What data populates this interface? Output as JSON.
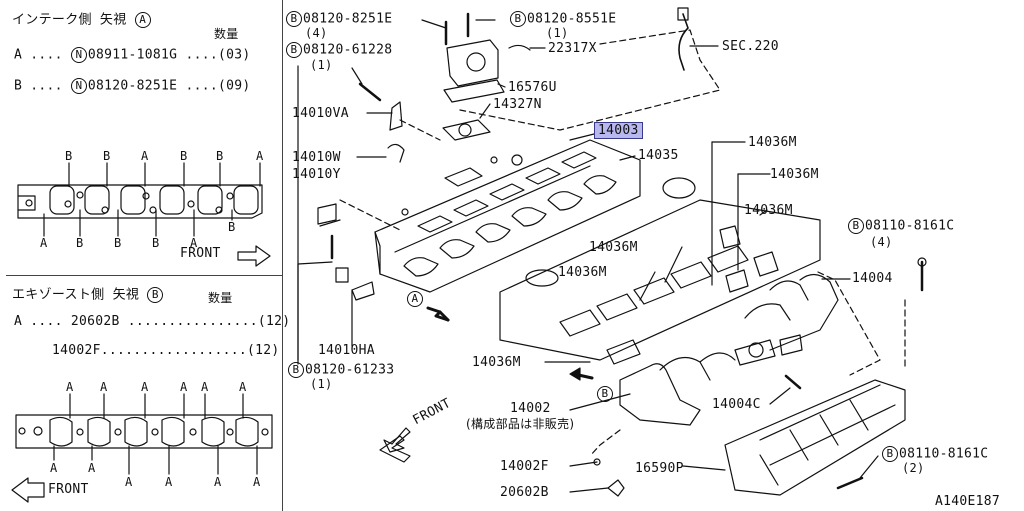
{
  "left_top": {
    "title": "インテーク側 矢視",
    "title_mark": "A",
    "qty_header": "数量",
    "rows": [
      {
        "key": "A",
        "mark": "N",
        "part": "08911-1081G",
        "qty": "(03)"
      },
      {
        "key": "B",
        "mark": "N",
        "part": "08120-8251E",
        "qty": "(09)"
      }
    ],
    "top_labels": [
      "B",
      "B",
      "A",
      "B",
      "B",
      "A"
    ],
    "bottom_labels": [
      "A",
      "B",
      "B",
      "B",
      "A",
      "B"
    ],
    "front_label": "FRONT"
  },
  "left_bottom": {
    "title": "エキゾースト側 矢視",
    "title_mark": "B",
    "qty_header": "数量",
    "rows": [
      {
        "key": "A",
        "part": "20602B",
        "dots": "................",
        "qty": "(12)"
      },
      {
        "key": "",
        "part": "14002F",
        "dots": "..................",
        "qty": "(12)"
      }
    ],
    "top_labels": [
      "A",
      "A",
      "A",
      "A",
      "A",
      "A"
    ],
    "bottom_labels": [
      "A",
      "A",
      "A",
      "A",
      "A",
      "A"
    ],
    "front_label": "FRONT"
  },
  "callouts": {
    "b_08120_8251E": {
      "mark": "B",
      "part": "08120-8251E",
      "qty": "(4)"
    },
    "b_08120_8551E": {
      "mark": "B",
      "part": "08120-8551E",
      "qty": "(1)"
    },
    "b_08120_61228": {
      "mark": "B",
      "part": "08120-61228",
      "qty": "(1)"
    },
    "p_22317X": "22317X",
    "sec_220": "SEC.220",
    "p_16576U": "16576U",
    "p_14327N": "14327N",
    "p_14010VA": "14010VA",
    "p_14003": "14003",
    "p_14035": "14035",
    "p_14010W": "14010W",
    "p_14010Y": "14010Y",
    "p_14036M_1": "14036M",
    "p_14036M_2": "14036M",
    "p_14036M_3": "14036M",
    "p_14036M_4": "14036M",
    "p_14036M_5": "14036M",
    "p_14036M_6": "14036M",
    "b_08110_8161C_top": {
      "mark": "B",
      "part": "08110-8161C",
      "qty": "(4)"
    },
    "p_14004": "14004",
    "p_14010HA": "14010HA",
    "b_08120_61233": {
      "mark": "B",
      "part": "08120-61233",
      "qty": "(1)"
    },
    "view_a": "A",
    "view_b": "B",
    "p_14004C": "14004C",
    "p_14002": "14002",
    "p_14002_note": "(構成部品は非販売)",
    "front_main": "FRONT",
    "p_14002F": "14002F",
    "p_16590P": "16590P",
    "b_08110_8161C_bot": {
      "mark": "B",
      "part": "08110-8161C",
      "qty": "(2)"
    },
    "p_20602B": "20602B",
    "drawing_id": "A140E187"
  }
}
